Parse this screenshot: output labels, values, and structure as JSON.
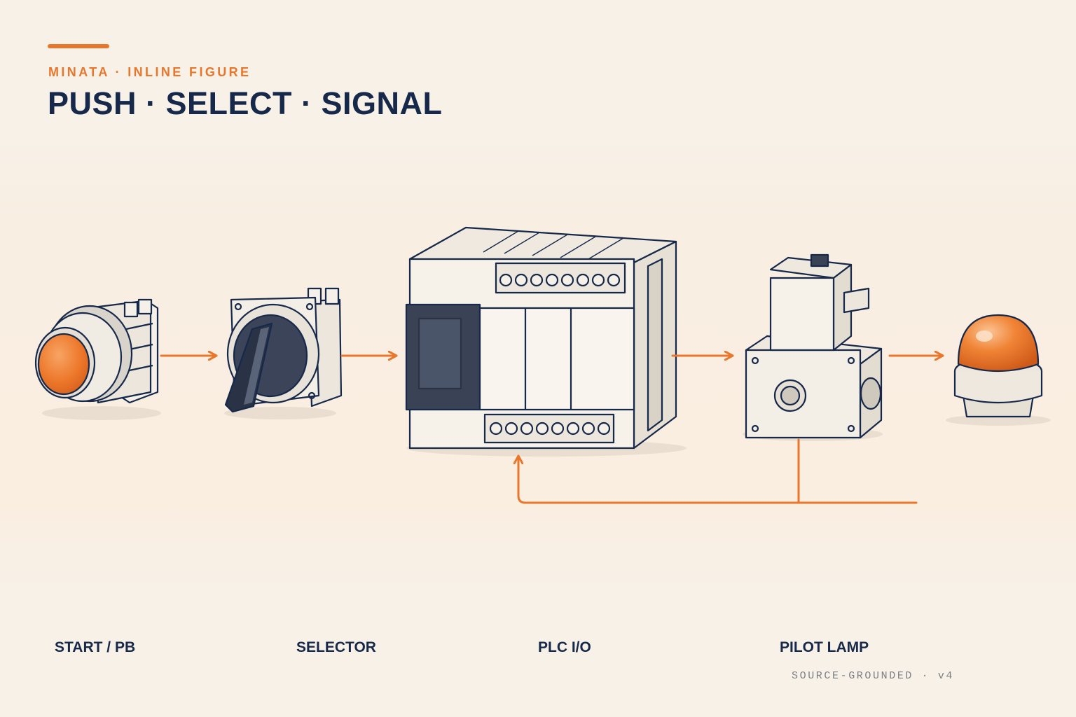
{
  "header": {
    "eyebrow": "MINATA · INLINE FIGURE",
    "title": "PUSH · SELECT · SIGNAL"
  },
  "components": [
    {
      "icon": "push-button-icon",
      "label": "START / PB"
    },
    {
      "icon": "selector-switch-icon",
      "label": "SELECTOR"
    },
    {
      "icon": "plc-module-icon",
      "label": "PLC I/O"
    },
    {
      "icon": "solenoid-valve-icon",
      "label": ""
    },
    {
      "icon": "pilot-lamp-icon",
      "label": "PILOT LAMP"
    }
  ],
  "footer": {
    "tag": "SOURCE-GROUNDED · v4"
  },
  "colors": {
    "accent": "#e8762b",
    "ink": "#17294a",
    "paper": "#f7f1e7",
    "muted": "#7b7f86"
  }
}
